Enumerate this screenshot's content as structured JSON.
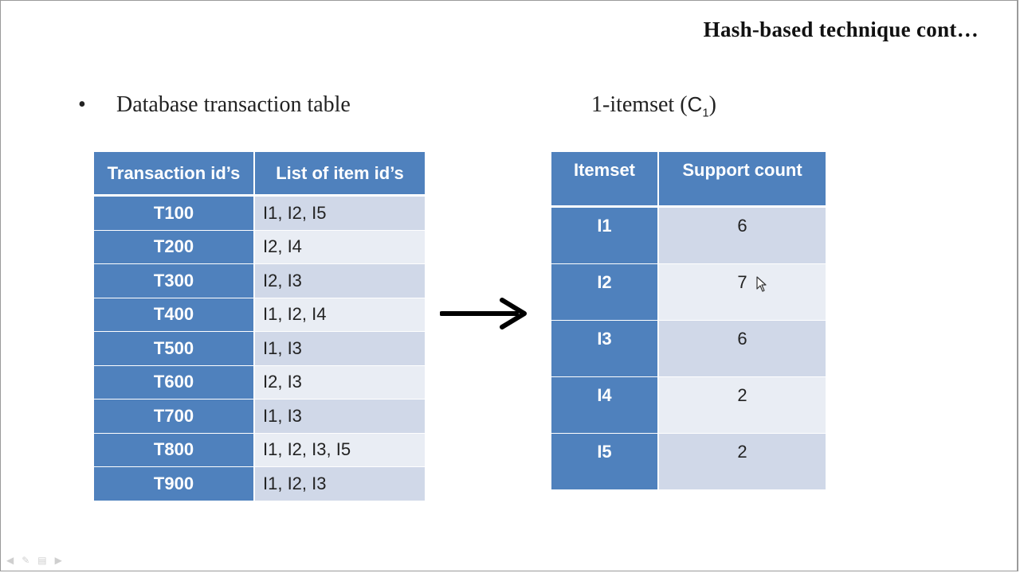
{
  "slide": {
    "title": "Hash-based technique cont…",
    "bullet_symbol": "•",
    "bullet_text": "Database transaction table",
    "c1_label_prefix": "1-itemset (",
    "c1_symbol": "C",
    "c1_subscript": "1",
    "c1_label_suffix": ")"
  },
  "transaction_table": {
    "headers": [
      "Transaction id’s",
      "List of item id’s"
    ],
    "rows": [
      {
        "id": "T100",
        "items": "I1, I2, I5"
      },
      {
        "id": "T200",
        "items": "I2, I4"
      },
      {
        "id": "T300",
        "items": "I2, I3"
      },
      {
        "id": "T400",
        "items": "I1, I2, I4"
      },
      {
        "id": "T500",
        "items": "I1, I3"
      },
      {
        "id": "T600",
        "items": "I2, I3"
      },
      {
        "id": "T700",
        "items": "I1, I3"
      },
      {
        "id": "T800",
        "items": "I1, I2, I3, I5"
      },
      {
        "id": "T900",
        "items": "I1, I2, I3"
      }
    ]
  },
  "itemset_table": {
    "headers": [
      "Itemset",
      "Support count"
    ],
    "rows": [
      {
        "itemset": "I1",
        "count": "6"
      },
      {
        "itemset": "I2",
        "count": "7"
      },
      {
        "itemset": "I3",
        "count": "6"
      },
      {
        "itemset": "I4",
        "count": "2"
      },
      {
        "itemset": "I5",
        "count": "2"
      }
    ]
  },
  "colors": {
    "header_blue": "#4f81bd",
    "row_light": "#d0d8e8",
    "row_lighter": "#e9edf4"
  },
  "icons": {
    "arrow": "right-arrow-icon",
    "cursor": "mouse-pointer-icon"
  }
}
